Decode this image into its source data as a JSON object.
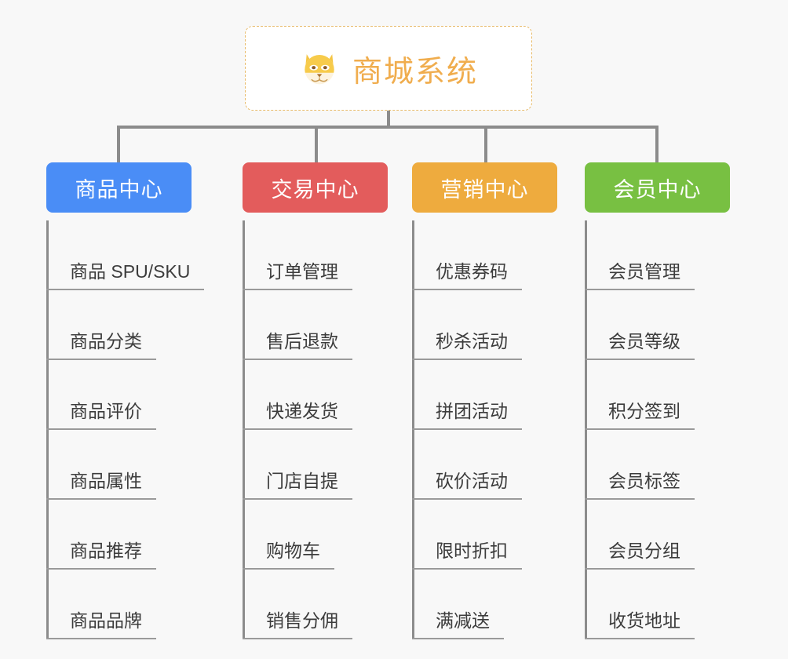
{
  "background_color": "#f8f8f8",
  "root": {
    "icon": "dog-face-emoji",
    "title": "商城系统",
    "title_color": "#f0ad4e",
    "border_color": "#e8bb6a"
  },
  "connector_color": "#8c8c8c",
  "columns": [
    {
      "header": "商品中心",
      "color": "#4a8df6",
      "items": [
        "商品 SPU/SKU",
        "商品分类",
        "商品评价",
        "商品属性",
        "商品推荐",
        "商品品牌"
      ]
    },
    {
      "header": "交易中心",
      "color": "#e35c5c",
      "items": [
        "订单管理",
        "售后退款",
        "快递发货",
        "门店自提",
        "购物车",
        "销售分佣"
      ]
    },
    {
      "header": "营销中心",
      "color": "#eeab3e",
      "items": [
        "优惠券码",
        "秒杀活动",
        "拼团活动",
        "砍价活动",
        "限时折扣",
        "满减送"
      ]
    },
    {
      "header": "会员中心",
      "color": "#78c042",
      "items": [
        "会员管理",
        "会员等级",
        "积分签到",
        "会员标签",
        "会员分组",
        "收货地址"
      ]
    }
  ]
}
